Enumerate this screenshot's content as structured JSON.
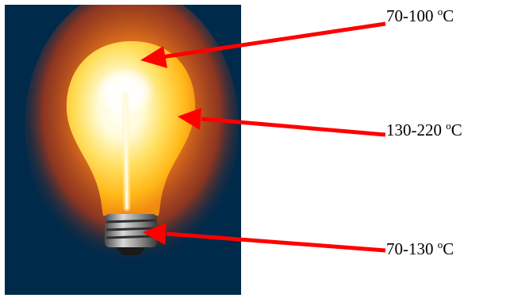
{
  "colors": {
    "panel_background": "#002a4a",
    "arrow": "#ff0000",
    "glow_outer": "#e04a10",
    "bulb_core": "#ffffff",
    "bulb_glass": "#ffc21a",
    "base_metal": "#8a8a8a"
  },
  "labels": {
    "top": {
      "range": "70-100",
      "degree": "o",
      "unit": "C"
    },
    "middle": {
      "range": "130-220",
      "degree": "o",
      "unit": "C"
    },
    "bottom": {
      "range": "70-130",
      "degree": "o",
      "unit": "C"
    }
  }
}
